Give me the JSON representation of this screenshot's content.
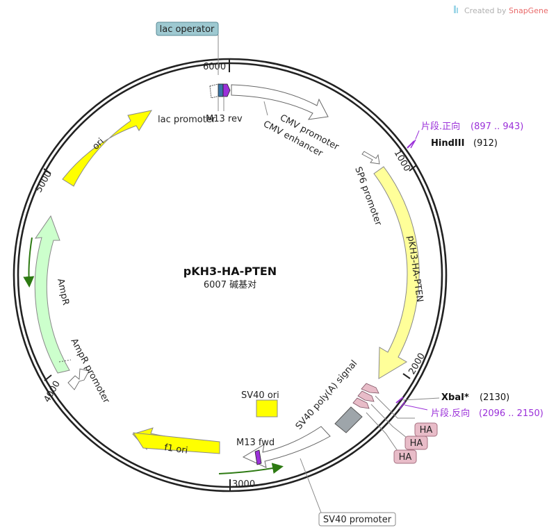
{
  "credit": {
    "prefix": "Created by",
    "brand": "SnapGene"
  },
  "plasmid": {
    "name": "pKH3-HA-PTEN",
    "length": "6007 碱基对"
  },
  "ticks": [
    "1000",
    "2000",
    "3000",
    "4000",
    "5000",
    "6000"
  ],
  "boxes": {
    "lac_operator": "lac operator",
    "sv40_promoter": "SV40 promoter",
    "ha1": "HA",
    "ha2": "HA",
    "ha3": "HA"
  },
  "features": {
    "lac_promoter": "lac promoter",
    "m13_rev": "M13 rev",
    "cmv_promoter": "CMV promoter",
    "cmv_enhancer": "CMV enhancer",
    "sp6_promoter": "SP6 promoter",
    "pkh3_ha_pten": "pKH3-HA-PTEN",
    "sv40_polya": "SV40 poly(A) signal",
    "sv40_ori": "SV40 ori",
    "m13_fwd": "M13 fwd",
    "f1_ori": "f1 ori",
    "ampr": "AmpR",
    "ampr_promoter": "AmpR promoter",
    "ori": "ori"
  },
  "sites": {
    "hindiii": {
      "name": "HindIII",
      "pos": "(912)"
    },
    "xbai": {
      "name": "XbaI*",
      "pos": "(2130)"
    }
  },
  "primers": {
    "forward": {
      "label": "片段.正向",
      "range": "(897 .. 943)"
    },
    "reverse": {
      "label": "片段.反向",
      "range": "(2096 .. 2150)"
    }
  },
  "colors": {
    "backbone": "#222222",
    "ori": "#ffff00",
    "pten": "#ffff99",
    "ampr": "#ccffcc",
    "sv40_ori": "#ffff00",
    "ha": "#e8bcc8",
    "polya": "#9ea5aa",
    "lac_operator": "#9ec9d1",
    "primer": "#9b30d9",
    "m13": "#9b30d9",
    "lac_operator_feature": "#3a76a8"
  }
}
